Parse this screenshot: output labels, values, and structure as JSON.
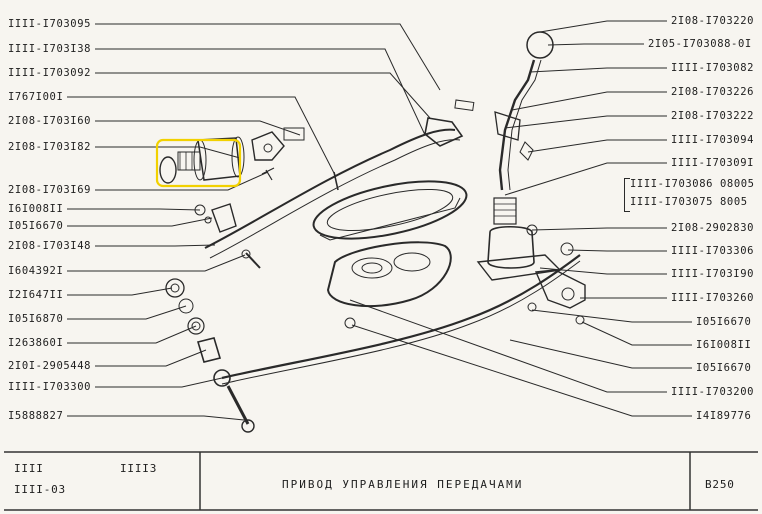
{
  "left_labels": [
    "IIII-I703095",
    "IIII-I703I38",
    "IIII-I703092",
    "I767I00I",
    "2I08-I703I60",
    "2I08-I703I82",
    "2I08-I703I69",
    "I6I008II",
    "I05I6670",
    "2I08-I703I48",
    "I604392I",
    "I2I647II",
    "I05I6870",
    "I263860I",
    "2I0I-2905448",
    "IIII-I703300",
    "I5888827"
  ],
  "right_labels": [
    "2I08-I703220",
    "2I05-I703088-0I",
    "IIII-I703082",
    "2I08-I703226",
    "2I08-I703222",
    "IIII-I703094",
    "IIII-I70309I",
    "IIII-I703086 08005",
    "IIII-I703075  8005",
    "2I08-2902830",
    "IIII-I703306",
    "IIII-I703I90",
    "IIII-I703260",
    "I05I6670",
    "I6I008II",
    "I05I6670",
    "IIII-I703200",
    "I4I89776"
  ],
  "title_block": {
    "model_top": "IIII",
    "model_bottom": "IIII-03",
    "variant": "IIII3",
    "title": "ПРИВОД  УПРАВЛЕНИЯ  ПЕРЕДАЧАМИ",
    "page_code": "B250"
  },
  "colors": {
    "ink": "#2a2a2a",
    "paper": "#f7f5f0",
    "highlight": "#f2d100"
  }
}
